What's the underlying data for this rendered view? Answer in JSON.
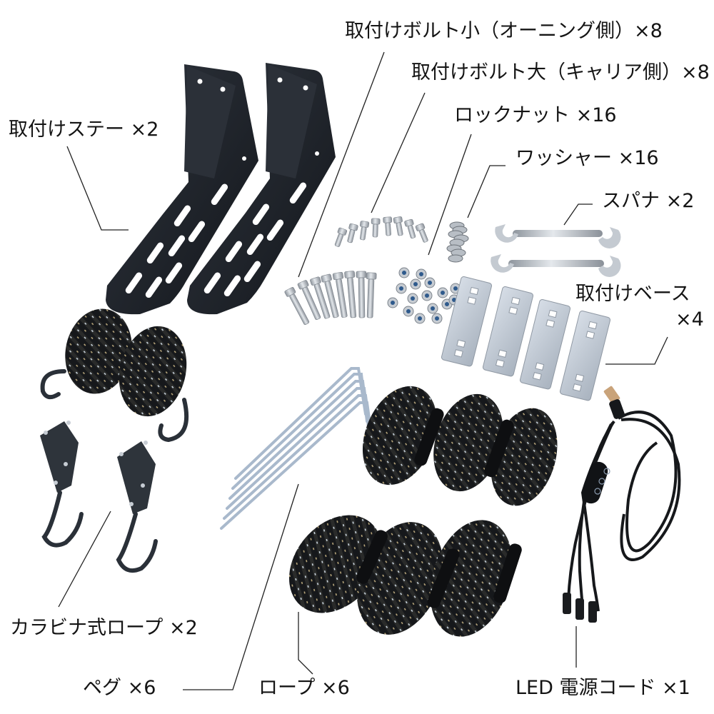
{
  "labels": {
    "stay": "取付けステー ×2",
    "bolt_small": "取付けボルト小（オーニング側）×8",
    "bolt_large": "取付けボルト大（キャリア側）×8",
    "lock_nut": "ロックナット ×16",
    "washer": "ワッシャー ×16",
    "spanner": "スパナ ×2",
    "base_line1": "取付けベース",
    "base_line2": "×4",
    "carabiner_rope": "カラビナ式ロープ ×2",
    "peg": "ペグ ×6",
    "rope": "ロープ ×6",
    "led_cord": "LED 電源コード ×1"
  },
  "parts": [
    {
      "name": "取付けステー",
      "qty": 2
    },
    {
      "name": "取付けボルト小（オーニング側）",
      "qty": 8
    },
    {
      "name": "取付けボルト大（キャリア側）",
      "qty": 8
    },
    {
      "name": "ロックナット",
      "qty": 16
    },
    {
      "name": "ワッシャー",
      "qty": 16
    },
    {
      "name": "スパナ",
      "qty": 2
    },
    {
      "name": "取付けベース",
      "qty": 4
    },
    {
      "name": "カラビナ式ロープ",
      "qty": 2
    },
    {
      "name": "ペグ",
      "qty": 6
    },
    {
      "name": "ロープ",
      "qty": 6
    },
    {
      "name": "LED 電源コード",
      "qty": 1
    }
  ],
  "colors": {
    "background": "#ffffff",
    "text": "#141414",
    "leader_line": "#222222",
    "bracket": "#23272e",
    "steel": "#b9c0c8",
    "rope": "#15171a",
    "rope_fleck": "#c8d2dc",
    "plate": "#c4ccd6"
  }
}
